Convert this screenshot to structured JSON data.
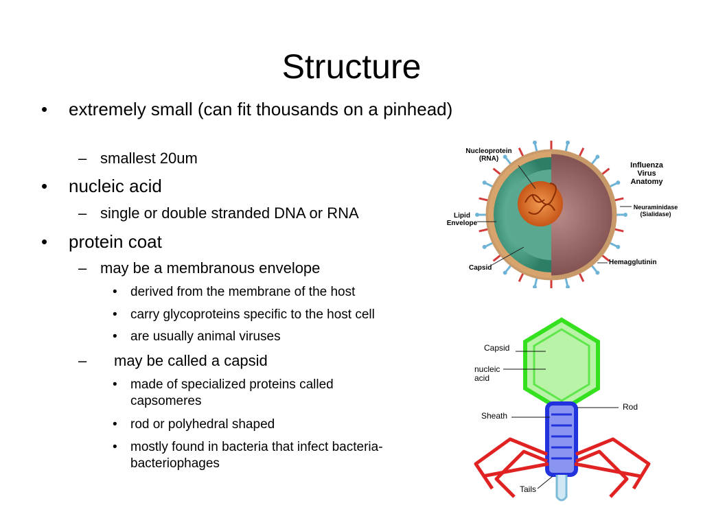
{
  "slide": {
    "title": "Structure",
    "bullets": [
      {
        "marker": "•",
        "text": "extremely small (can fit thousands on a pinhead)"
      },
      {
        "marker": "–",
        "text": "smallest 20um"
      },
      {
        "marker": "•",
        "text": "nucleic acid"
      },
      {
        "marker": "–",
        "text": "single or double stranded DNA or RNA"
      },
      {
        "marker": "•",
        "text": "protein coat"
      },
      {
        "marker": "–",
        "text": "may be a membranous envelope"
      },
      {
        "marker": "•",
        "text": "derived from the membrane of the host"
      },
      {
        "marker": "•",
        "text": "carry glycoproteins specific to the host cell"
      },
      {
        "marker": "•",
        "text": "are usually animal viruses"
      },
      {
        "marker": "–",
        "text": "may be called a capsid"
      },
      {
        "marker": "•",
        "text": "made of specialized proteins called capsomeres"
      },
      {
        "marker": "•",
        "text": "rod or polyhedral shaped"
      },
      {
        "marker": "•",
        "text": "mostly found in bacteria that infect bacteria- bacteriophages"
      }
    ]
  },
  "influenza_figure": {
    "title": "Influenza Virus Anatomy",
    "labels": {
      "nucleoprotein": "Nucleoprotein (RNA)",
      "lipid_envelope": "Lipid Envelope",
      "capsid": "Capsid",
      "neuraminidase": "Neuraminidase (Sialidase)",
      "hemagglutinin": "Hemagglutinin"
    }
  },
  "phage_figure": {
    "labels": {
      "capsid": "Capsid",
      "nucleic_acid": "nucleic acid",
      "rod": "Rod",
      "sheath": "Sheath",
      "tails": "Tails"
    }
  },
  "colors": {
    "envelope_outer": "#c89a6a",
    "capsid_green": "#3fa58a",
    "rna_orange": "#e06a1e",
    "spike_red": "#d33a3a",
    "spike_blue": "#6fb4d6",
    "phage_green": "#35e01e",
    "phage_blue": "#2233dd",
    "phage_red": "#e02222"
  }
}
